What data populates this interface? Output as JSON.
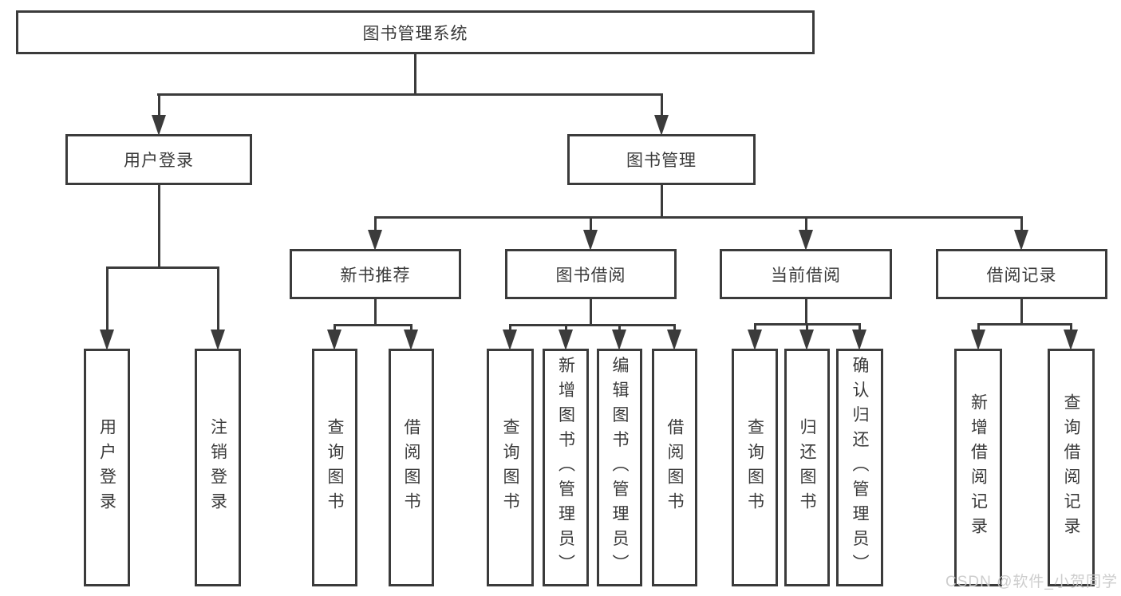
{
  "tree": {
    "label": "图书管理系统",
    "children": [
      {
        "label": "用户登录",
        "children": [
          {
            "label": "用户登录"
          },
          {
            "label": "注销登录"
          }
        ]
      },
      {
        "label": "图书管理",
        "children": [
          {
            "label": "新书推荐",
            "children": [
              {
                "label": "查询图书"
              },
              {
                "label": "借阅图书"
              }
            ]
          },
          {
            "label": "图书借阅",
            "children": [
              {
                "label": "查询图书"
              },
              {
                "label": "新增图书（管理员）"
              },
              {
                "label": "编辑图书（管理员）"
              },
              {
                "label": "借阅图书"
              }
            ]
          },
          {
            "label": "当前借阅",
            "children": [
              {
                "label": "查询图书"
              },
              {
                "label": "归还图书"
              },
              {
                "label": "确认归还（管理员）"
              }
            ]
          },
          {
            "label": "借阅记录",
            "children": [
              {
                "label": "新增借阅记录"
              },
              {
                "label": "查询借阅记录"
              }
            ]
          }
        ]
      }
    ]
  },
  "watermark": {
    "text": "CSDN @软件_小贺同学"
  },
  "colors": {
    "line": "#3b3b3b",
    "border": "#3b3b3b",
    "text": "#3a3a3a",
    "watermark": "#c8c8c8"
  }
}
